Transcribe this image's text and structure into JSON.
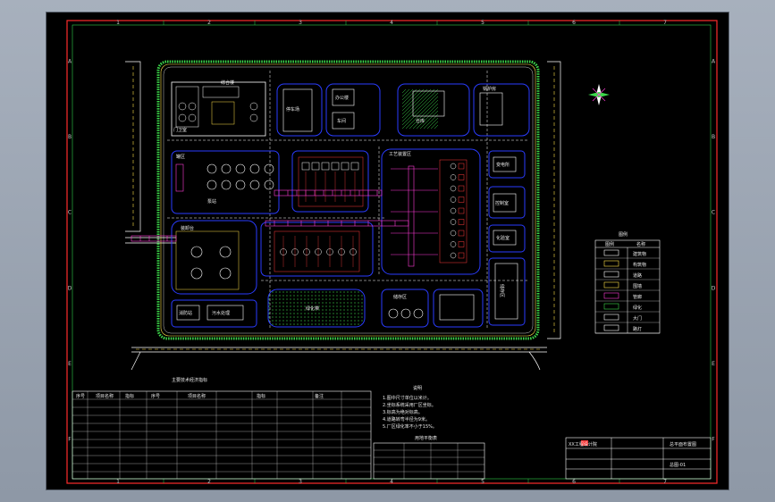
{
  "frame": {
    "column_marks": [
      "1",
      "2",
      "3",
      "4",
      "5",
      "6",
      "7"
    ],
    "row_marks": [
      "A",
      "B",
      "C",
      "D",
      "E",
      "F"
    ]
  },
  "site_labels": {
    "north_top_left_building": "门卫室",
    "utility_building": "综合楼",
    "parking_lot": "停车场",
    "office_a": "办公楼",
    "office_b": "车间",
    "warehouse": "仓库",
    "boiler_room": "锅炉房",
    "tank_area": "罐区",
    "pump_station": "泵站",
    "substation": "变电所",
    "dock": "装卸台",
    "green_belt": "绿化带",
    "control_room": "控制室",
    "process_area": "工艺装置区",
    "lab": "化验室",
    "storage_a": "储存区",
    "storage_b": "储存区",
    "fire_station": "消防站",
    "sewage": "污水处理"
  },
  "legend": {
    "title": "图例",
    "col_a": "图例",
    "col_b": "名称",
    "items": [
      "建筑物",
      "构筑物",
      "道路",
      "围墙",
      "管廊",
      "绿化",
      "大门",
      "路灯"
    ]
  },
  "main_table": {
    "caption": "主要技术经济指标",
    "groups": [
      "序号",
      "项目名称",
      "指标",
      "序号",
      "项目名称",
      "指标",
      "备注"
    ]
  },
  "notes": {
    "title": "说明",
    "lines": [
      "1.图中尺寸单位以米计。",
      "2.坐标系统采用厂区坐标。",
      "3.标高为绝对标高。",
      "4.道路转弯半径为9米。",
      "5.厂区绿化率不小于15%。"
    ]
  },
  "small_table": {
    "caption": "用地平衡表"
  },
  "title_block": {
    "company": "XX工程设计院",
    "drawing_title": "总平面布置图",
    "drawing_no": "总图-01"
  },
  "colors": {
    "frame": "#ff2b2b",
    "inner": "#2ed14a",
    "road": "#ffffff",
    "building": "#2a3cff",
    "pipe": "#ff3bd7",
    "green": "#3cd84a",
    "accent": "#ffe14a",
    "text": "#e8e8e8"
  }
}
